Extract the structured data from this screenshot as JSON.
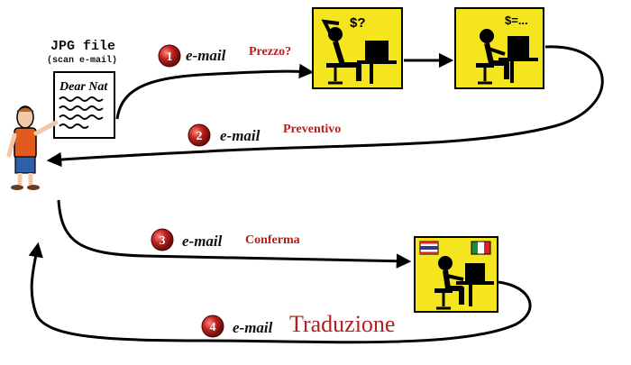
{
  "file": {
    "title": "JPG file",
    "subtitle": "(scan e-mail)",
    "paper_heading": "Dear Nat"
  },
  "steps": [
    {
      "number": "1",
      "channel": "e-mail",
      "note": "Prezzo?"
    },
    {
      "number": "2",
      "channel": "e-mail",
      "note": "Preventivo"
    },
    {
      "number": "3",
      "channel": "e-mail",
      "note": "Conferma"
    },
    {
      "number": "4",
      "channel": "e-mail",
      "note": "Traduzione"
    }
  ],
  "panels": {
    "thinking": {
      "symbol": "$?"
    },
    "quoting": {
      "symbol": "$=..."
    },
    "translating": {
      "flags": [
        "thailand",
        "italy"
      ]
    }
  },
  "colors": {
    "panel_bg": "#f5e51f",
    "badge": "#c0201e",
    "note_text": "#b3201e",
    "arrow": "#000000"
  }
}
